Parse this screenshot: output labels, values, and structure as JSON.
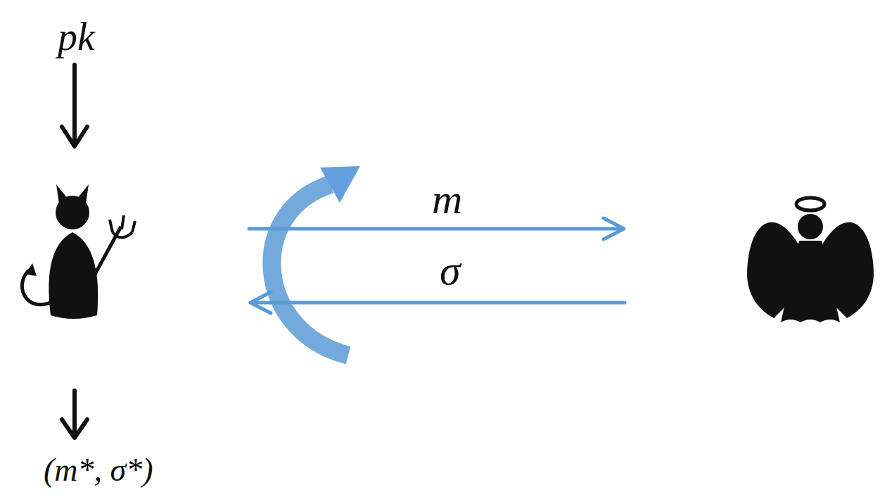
{
  "diagram": {
    "labels": [
      "pk",
      "m",
      "σ",
      "(m*, σ*)"
    ]
  }
}
